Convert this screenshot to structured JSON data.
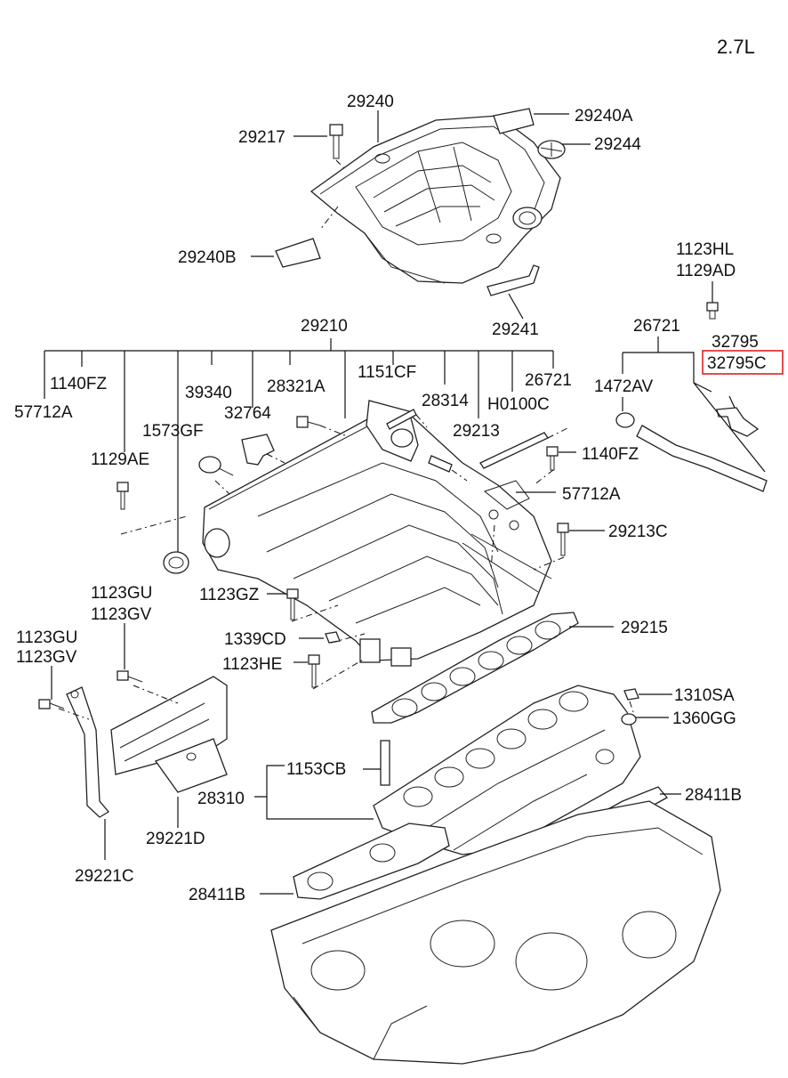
{
  "engine": "2.7L",
  "labels": {
    "l29240": "29240",
    "l29240A": "29240A",
    "l29217": "29217",
    "l29244": "29244",
    "l29240B": "29240B",
    "l1123HL": "1123HL",
    "l1129AD": "1129AD",
    "l29241": "29241",
    "l29210": "29210",
    "l26721top": "26721",
    "l32795": "32795",
    "l32795C": "32795C",
    "l1140FZ": "1140FZ",
    "l57712A": "57712A",
    "l39340": "39340",
    "l28321A": "28321A",
    "l1151CF": "1151CF",
    "l28314": "28314",
    "l26721": "26721",
    "l1472AV": "1472AV",
    "l1573GF": "1573GF",
    "l32764": "32764",
    "lH0100C": "H0100C",
    "l29213": "29213",
    "l1129AE": "1129AE",
    "l1140FZb": "1140FZ",
    "l57712Ab": "57712A",
    "l29213C": "29213C",
    "l1123GU": "1123GU",
    "l1123GV": "1123GV",
    "l1123GZ": "1123GZ",
    "l29215": "29215",
    "l1339CD": "1339CD",
    "l1123GUb": "1123GU",
    "l1123GVb": "1123GV",
    "l1123HE": "1123HE",
    "l1310SA": "1310SA",
    "l1360GG": "1360GG",
    "l1153CB": "1153CB",
    "l28310": "28310",
    "l28411B": "28411B",
    "l29221D": "29221D",
    "l29221C": "29221C",
    "l28411Bb": "28411B"
  },
  "highlight": {
    "part": "32795C",
    "color": "#e02020"
  }
}
